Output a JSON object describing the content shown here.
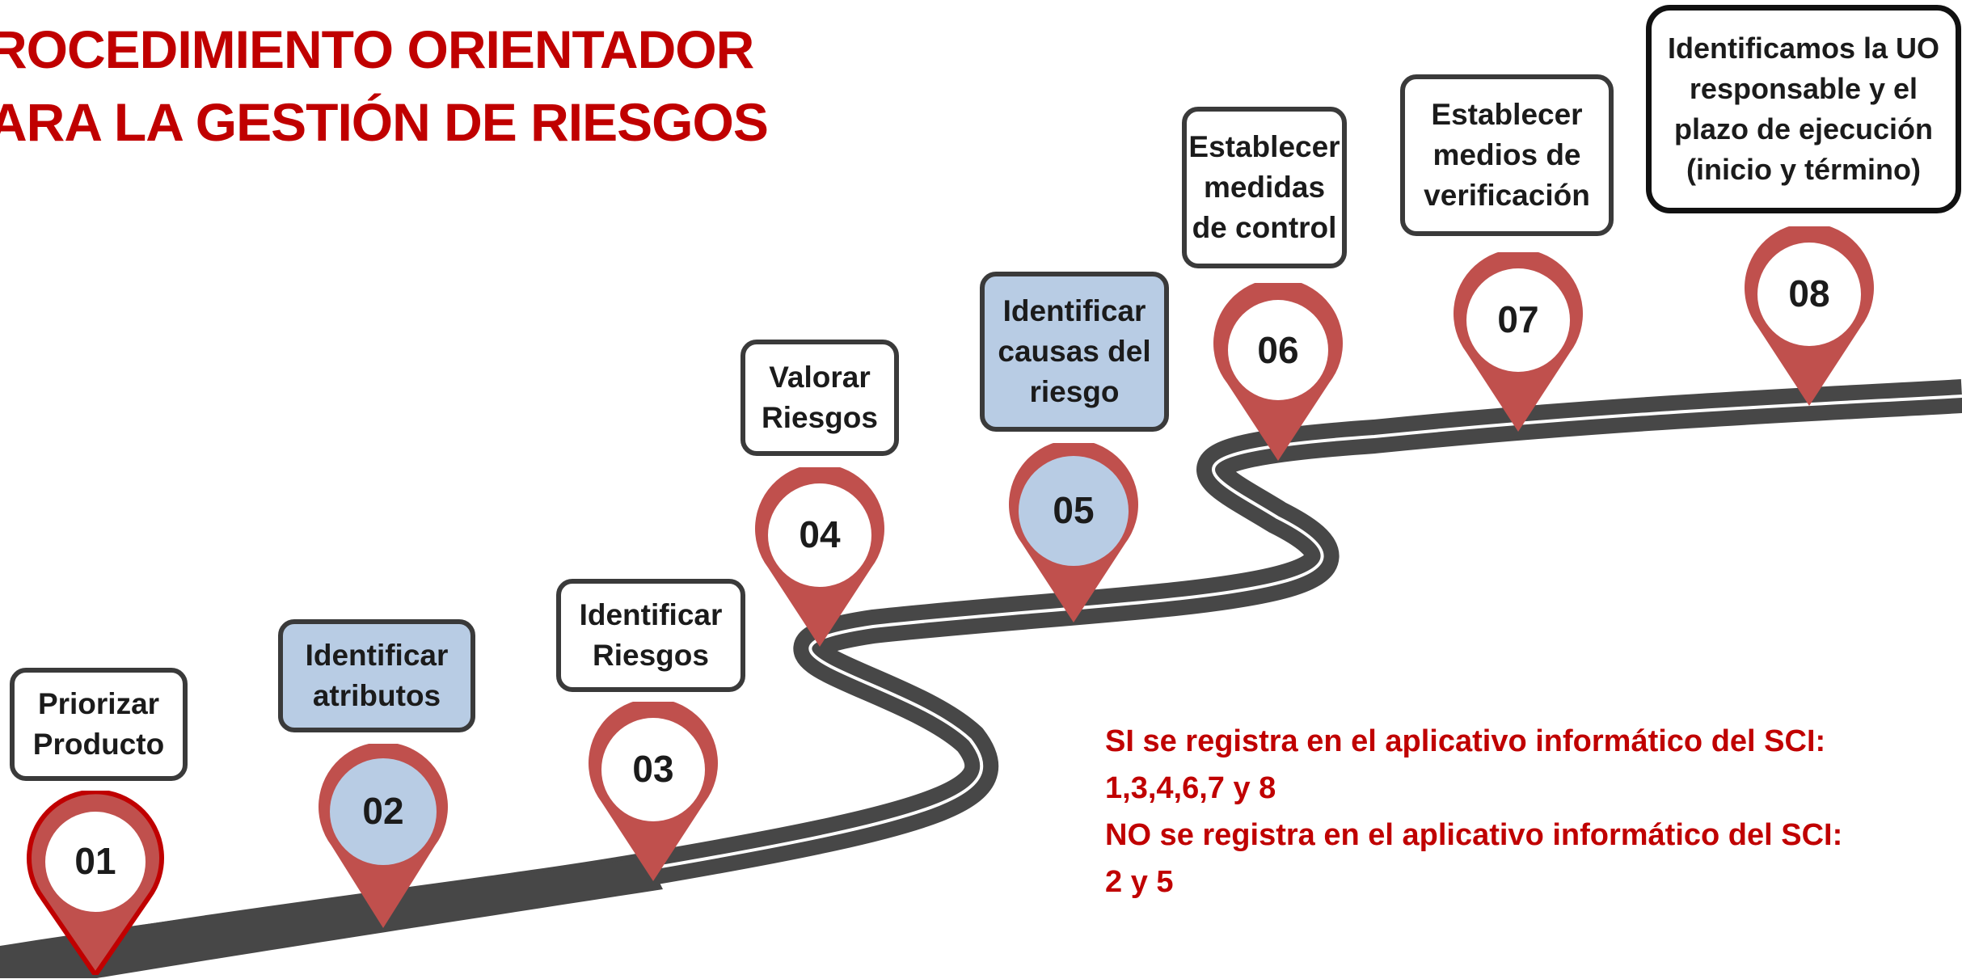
{
  "title": {
    "line1": "ROCEDIMIENTO ORIENTADOR",
    "line2": "ARA LA GESTIÓN DE RIESGOS"
  },
  "steps": [
    {
      "number": "01",
      "label": "Priorizar Producto",
      "registered": true
    },
    {
      "number": "02",
      "label": "Identificar atributos",
      "registered": false
    },
    {
      "number": "03",
      "label": "Identificar Riesgos",
      "registered": true
    },
    {
      "number": "04",
      "label": "Valorar Riesgos",
      "registered": true
    },
    {
      "number": "05",
      "label": "Identificar causas del riesgo",
      "registered": false
    },
    {
      "number": "06",
      "label": "Establecer medidas de control",
      "registered": true
    },
    {
      "number": "07",
      "label": "Establecer medios de verificación",
      "registered": true
    },
    {
      "number": "08",
      "label": "Identificamos la UO responsable y el plazo de ejecución (inicio y término)",
      "registered": true
    }
  ],
  "note": {
    "line1": "SI se registra en el aplicativo informático del SCI:",
    "line2": "1,3,4,6,7 y 8",
    "line3": "NO se registra en el aplicativo informático del SCI:",
    "line4": "2 y 5"
  },
  "colors": {
    "title": "#c00000",
    "pin": "#c0504d",
    "pin_01": "#c00000",
    "highlight": "#b8cce4",
    "road": "#474747",
    "note": "#c00000"
  }
}
